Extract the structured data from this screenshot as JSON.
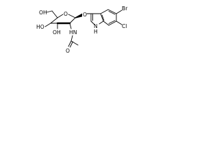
{
  "atom_labels": {
    "ring_oxygen": "O",
    "glycosidic_oxygen": "O",
    "hydroxymethyl": "OH",
    "hydroxyl_c4": "HO",
    "hydroxyl_c3": "OH",
    "amide_nh": "HN",
    "carbonyl_oxygen": "O",
    "bromine": "Br",
    "chlorine": "Cl",
    "indole_nh": "N",
    "indole_h": "H"
  },
  "colors": {
    "ink": "#000000",
    "background": "#ffffff"
  }
}
